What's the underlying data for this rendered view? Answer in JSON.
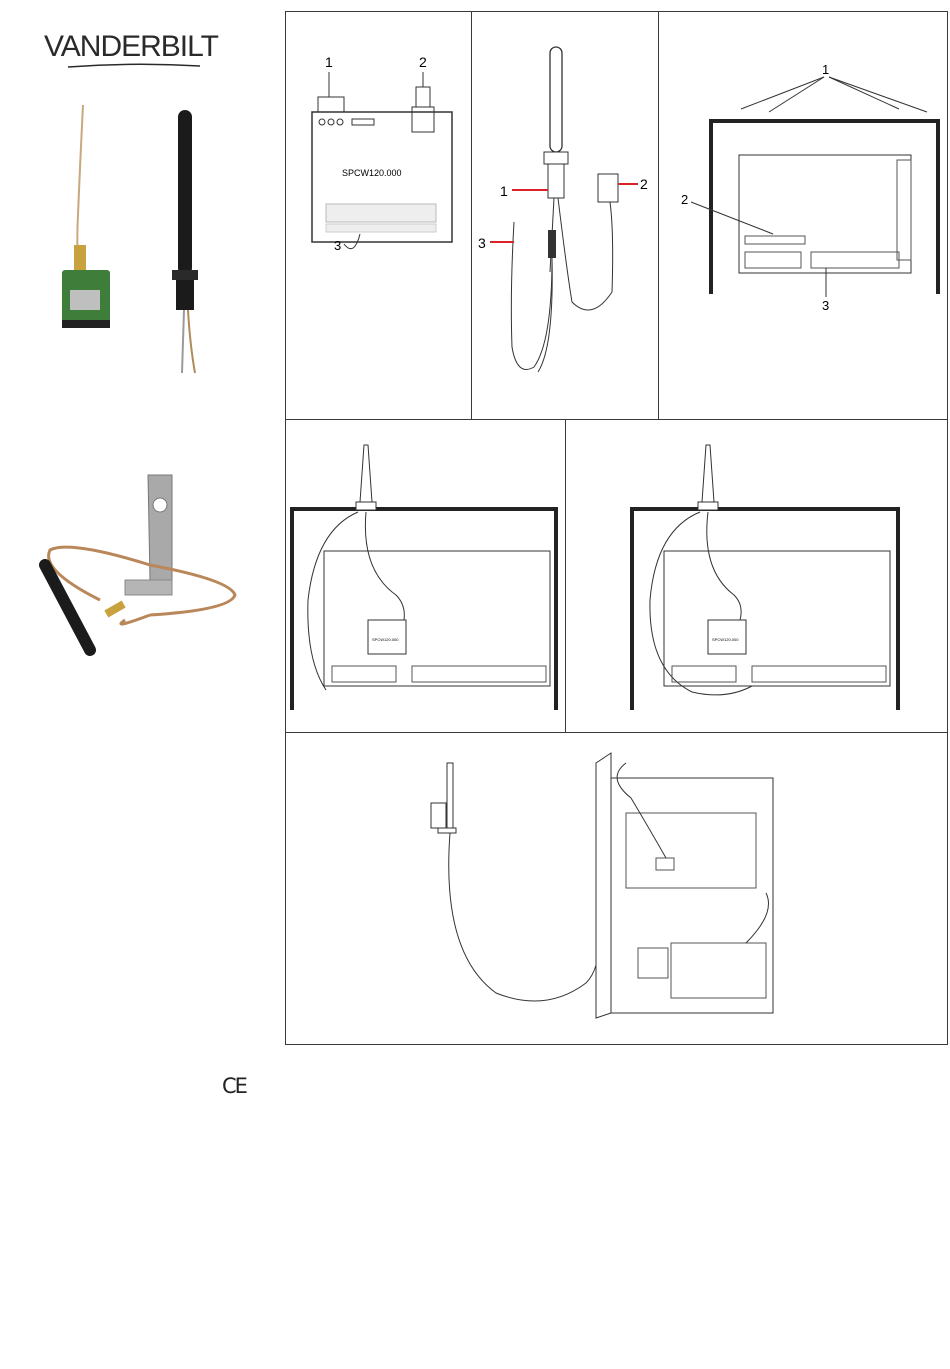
{
  "header": {
    "brand": "VANDERBILT"
  },
  "panel1": {
    "callouts": [
      "1",
      "2",
      "3"
    ],
    "module_label": "SPCW120.000"
  },
  "panel2": {
    "callouts": [
      "1",
      "2",
      "3"
    ]
  },
  "panel3": {
    "callouts": [
      "1",
      "2",
      "3"
    ]
  },
  "panel4": {
    "module_label": "SPCW120.000"
  },
  "panel5": {
    "module_label": "SPCW120.000"
  },
  "footer": {
    "mark": "CE"
  },
  "colors": {
    "line": "#3a3a3a",
    "callout_red": "#d8232a",
    "pcb_green": "#3f7d3a",
    "cable_copper": "#b9875a"
  }
}
